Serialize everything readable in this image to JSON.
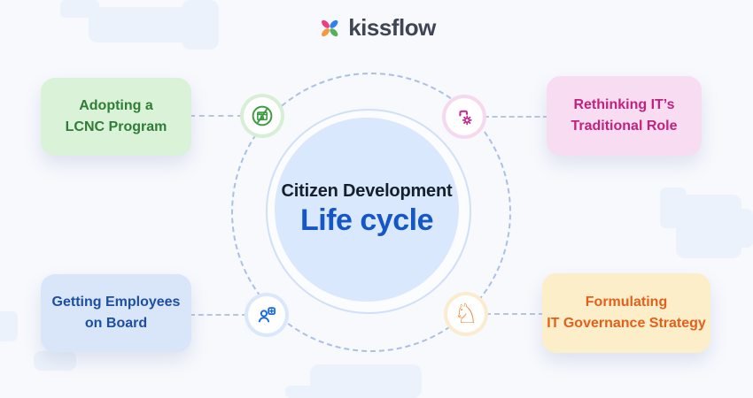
{
  "header": {
    "logo_text": "kissflow"
  },
  "center": {
    "line1": "Citizen Development",
    "line2": "Life cycle"
  },
  "cards": {
    "adopting": {
      "line1": "Adopting a",
      "line2": "LCNC Program"
    },
    "rethinking": {
      "line1": "Rethinking IT’s",
      "line2": "Traditional Role"
    },
    "onboarding": {
      "line1": "Getting Employees",
      "line2": "on Board"
    },
    "governance": {
      "line1": "Formulating",
      "line2": "IT Governance Strategy"
    }
  },
  "icons": {
    "adopting": "no-code-app-icon",
    "rethinking": "process-loop-gear-icon",
    "onboarding": "add-user-icon",
    "governance": "chess-knight-icon",
    "governance_glyph": "♘"
  },
  "colors": {
    "background": "#f7f9fd",
    "center_fill": "#d9e8fc",
    "title_dark": "#15202c",
    "title_blue": "#1557c6",
    "dashed_ring": "#aac1e4",
    "card_green_bg": "#daf2d8",
    "card_green_text": "#2f7d36",
    "card_pink_bg": "#f8dcf2",
    "card_pink_text": "#c0227e",
    "card_blue_bg": "#d9e5f9",
    "card_blue_text": "#1c4fa1",
    "card_orange_bg": "#fdeeca",
    "card_orange_text": "#e2601c",
    "icon_green": "#3d9a43",
    "icon_pink": "#c42b8c",
    "icon_blue": "#1a6ae0",
    "icon_orange": "#ec7d23",
    "logo_pink": "#ee3e80",
    "logo_blue": "#2f7ff0",
    "logo_orange": "#f59a3c",
    "logo_green": "#53b158"
  }
}
